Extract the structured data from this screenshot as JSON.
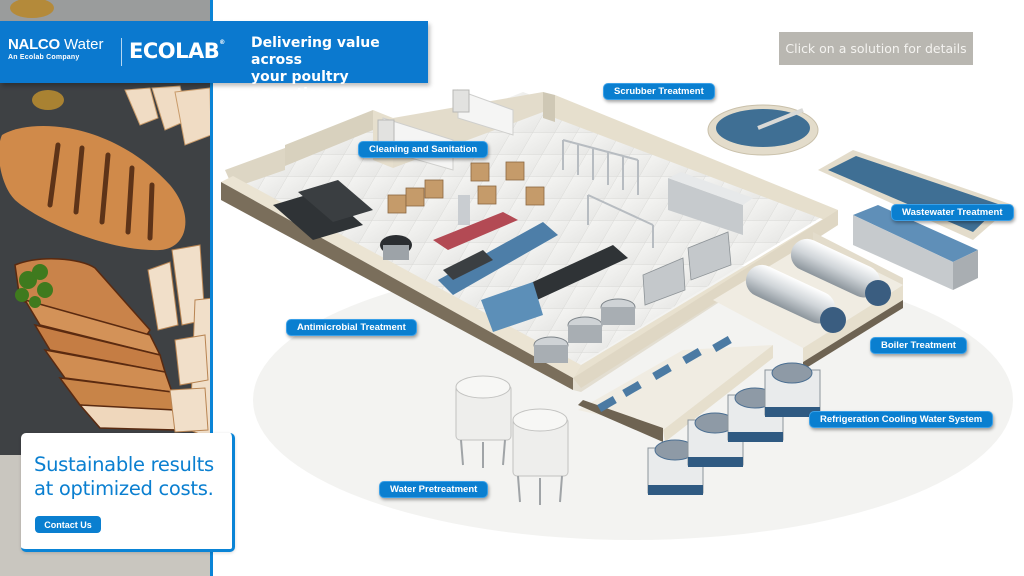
{
  "brand": {
    "nalco_bold": "NALCO",
    "nalco_light": "Water",
    "nalco_sub": "An Ecolab Company",
    "ecolab": "ECOLAB",
    "tagline_line1": "Delivering value across",
    "tagline_line2": "your poultry operation."
  },
  "hint": {
    "text": "Click on a solution for details"
  },
  "cta": {
    "title_line1": "Sustainable results",
    "title_line2": "at optimized costs.",
    "button_label": "Contact Us"
  },
  "solutions": [
    {
      "id": "scrubber",
      "label": "Scrubber Treatment"
    },
    {
      "id": "cleaning",
      "label": "Cleaning and Sanitation"
    },
    {
      "id": "wastewater",
      "label": "Wastewater Treatment"
    },
    {
      "id": "antimicrobial",
      "label": "Antimicrobial Treatment"
    },
    {
      "id": "boiler",
      "label": "Boiler Treatment"
    },
    {
      "id": "refrigeration",
      "label": "Refrigeration Cooling Water System"
    },
    {
      "id": "pretreatment",
      "label": "Water Pretreatment"
    }
  ],
  "colors": {
    "brand_blue": "#0b79cf",
    "pill_blue": "#0a7fd0",
    "hint_gray": "#b9b7b1",
    "wall_beige": "#e3dccb",
    "water_blue": "#3f6f94"
  }
}
